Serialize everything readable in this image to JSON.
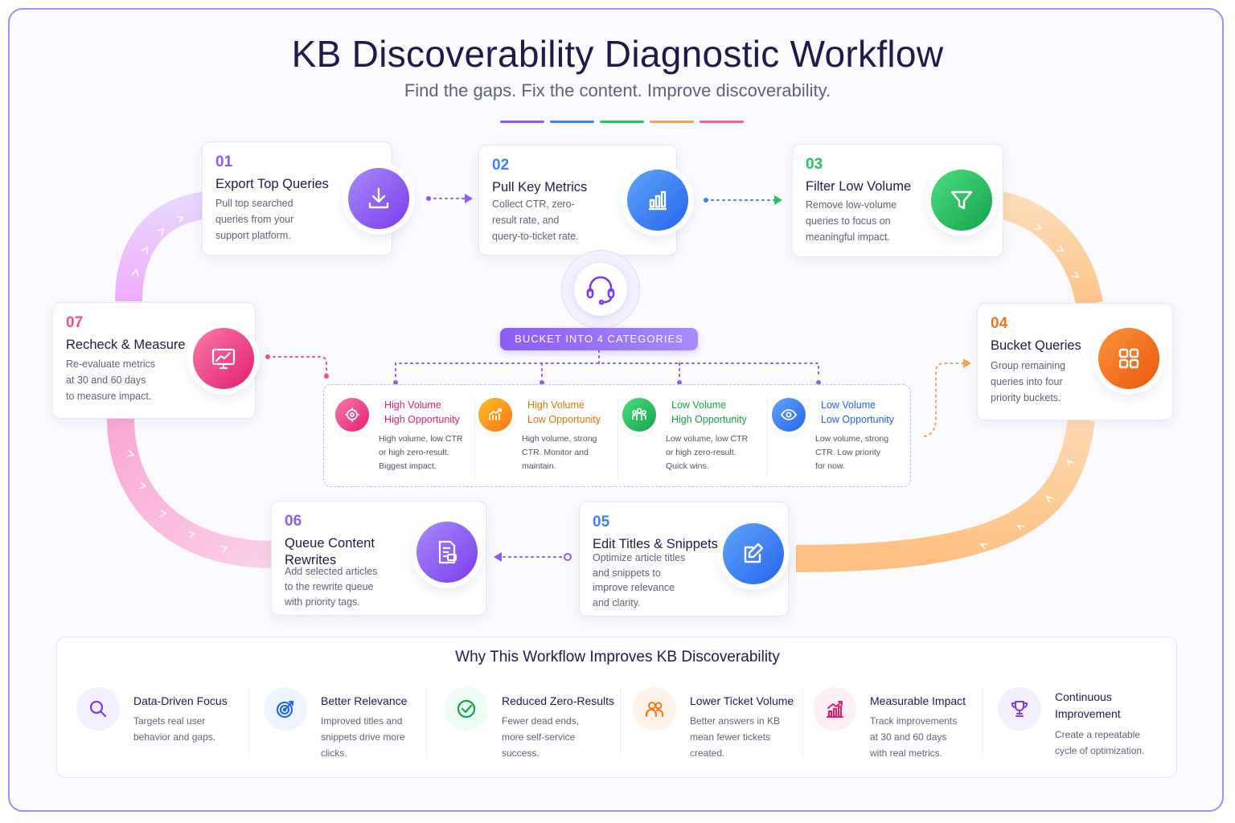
{
  "title": "KB Discoverability Diagnostic Workflow",
  "subtitle": "Find the gaps. Fix the content. Improve discoverability.",
  "palette": [
    "#8b5cf6",
    "#3b82f6",
    "#22c55e",
    "#f5a05a",
    "#f0609a"
  ],
  "steps": [
    {
      "num": "01",
      "title": "Export Top Queries",
      "desc": [
        "Pull top searched",
        "queries from your",
        "support platform."
      ],
      "icon": "download-icon",
      "color": "#8b5cf6"
    },
    {
      "num": "02",
      "title": "Pull Key Metrics",
      "desc": [
        "Collect CTR, zero-",
        "result rate, and",
        "query-to-ticket rate."
      ],
      "icon": "bar-chart-icon",
      "color": "#3b82f6"
    },
    {
      "num": "03",
      "title": "Filter Low Volume",
      "desc": [
        "Remove low-volume",
        "queries to focus on",
        "meaningful impact."
      ],
      "icon": "filter-icon",
      "color": "#22c55e"
    },
    {
      "num": "04",
      "title": "Bucket Queries",
      "desc": [
        "Group remaining",
        "queries into four",
        "priority buckets."
      ],
      "icon": "grid-icon",
      "color": "#f97316"
    },
    {
      "num": "05",
      "title": "Edit Titles & Snippets",
      "desc": [
        "Optimize article titles",
        "and snippets to",
        "improve relevance",
        "and clarity."
      ],
      "icon": "edit-icon",
      "color": "#3b82f6"
    },
    {
      "num": "06",
      "title": "Queue Content",
      "title2": "Rewrites",
      "desc": [
        "Add selected articles",
        "to the rewrite queue",
        "with priority tags."
      ],
      "icon": "document-icon",
      "color": "#8b5cf6"
    },
    {
      "num": "07",
      "title": "Recheck & Measure",
      "desc": [
        "Re-evaluate metrics",
        "at 30 and 60 days",
        "to measure impact."
      ],
      "icon": "monitor-chart-icon",
      "color": "#f0508a"
    }
  ],
  "center": {
    "icon": "headset-icon",
    "label": "BUCKET INTO 4 CATEGORIES"
  },
  "categories": [
    {
      "l1": "High Volume",
      "l2": "High Opportunity",
      "desc": [
        "High volume, low CTR",
        "or high zero-result.",
        "Biggest impact."
      ],
      "icon": "target-icon",
      "color": "#f0508a"
    },
    {
      "l1": "High Volume",
      "l2": "Low Opportunity",
      "desc": [
        "High volume, strong",
        "CTR. Monitor and",
        "maintain."
      ],
      "icon": "trend-up-icon",
      "color": "#f59e0b"
    },
    {
      "l1": "Low Volume",
      "l2": "High Opportunity",
      "desc": [
        "Low volume, low CTR",
        "or high zero-result.",
        "Quick wins."
      ],
      "icon": "people-icon",
      "color": "#22c55e"
    },
    {
      "l1": "Low Volume",
      "l2": "Low Opportunity",
      "desc": [
        "Low volume, strong",
        "CTR. Low priority",
        "for now."
      ],
      "icon": "eye-icon",
      "color": "#3b82f6"
    }
  ],
  "why": {
    "title": "Why This Workflow Improves KB Discoverability",
    "items": [
      {
        "title": "Data-Driven Focus",
        "desc": [
          "Targets real user",
          "behavior and gaps."
        ],
        "icon": "search-icon",
        "color": "#8b5cf6"
      },
      {
        "title": "Better Relevance",
        "desc": [
          "Improved titles and",
          "snippets drive more",
          "clicks."
        ],
        "icon": "target-icon",
        "color": "#3b82f6"
      },
      {
        "title": "Reduced Zero-Results",
        "desc": [
          "Fewer dead ends,",
          "more self-service",
          "success."
        ],
        "icon": "check-circle-icon",
        "color": "#22c55e"
      },
      {
        "title": "Lower Ticket Volume",
        "desc": [
          "Better answers in KB",
          "mean fewer tickets",
          "created."
        ],
        "icon": "users-icon",
        "color": "#f97316"
      },
      {
        "title": "Measurable Impact",
        "desc": [
          "Track improvements",
          "at 30 and 60 days",
          "with real metrics."
        ],
        "icon": "growth-chart-icon",
        "color": "#f0508a"
      },
      {
        "title": "Continuous",
        "title2": "Improvement",
        "desc": [
          "Create a repeatable",
          "cycle of optimization."
        ],
        "icon": "trophy-icon",
        "color": "#8b5cf6"
      }
    ]
  }
}
